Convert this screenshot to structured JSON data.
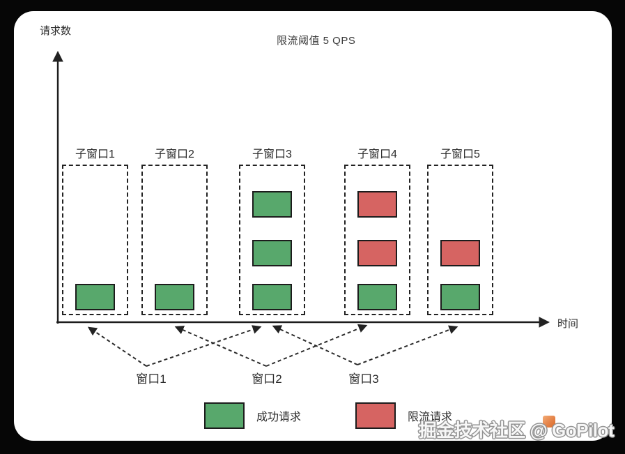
{
  "title": "限流阈值 5 QPS",
  "axes": {
    "y_label": "请求数",
    "x_label": "时间"
  },
  "sub_windows": [
    {
      "label": "子窗口1",
      "blocks": [
        {
          "slot": "bottom",
          "type": "success"
        }
      ]
    },
    {
      "label": "子窗口2",
      "blocks": [
        {
          "slot": "bottom",
          "type": "success"
        }
      ]
    },
    {
      "label": "子窗口3",
      "blocks": [
        {
          "slot": "top",
          "type": "success"
        },
        {
          "slot": "middle",
          "type": "success"
        },
        {
          "slot": "bottom",
          "type": "success"
        }
      ]
    },
    {
      "label": "子窗口4",
      "blocks": [
        {
          "slot": "top",
          "type": "limited"
        },
        {
          "slot": "middle",
          "type": "limited"
        },
        {
          "slot": "bottom",
          "type": "success"
        }
      ]
    },
    {
      "label": "子窗口5",
      "blocks": [
        {
          "slot": "middle",
          "type": "limited"
        },
        {
          "slot": "bottom",
          "type": "success"
        }
      ]
    }
  ],
  "windows": [
    {
      "label": "窗口1"
    },
    {
      "label": "窗口2"
    },
    {
      "label": "窗口3"
    }
  ],
  "legend": [
    {
      "type": "success",
      "label": "成功请求"
    },
    {
      "type": "limited",
      "label": "限流请求"
    }
  ],
  "colors": {
    "success": "#58a86c",
    "limited": "#d66462"
  },
  "watermark": "掘金技术社区 @ GoPilot"
}
